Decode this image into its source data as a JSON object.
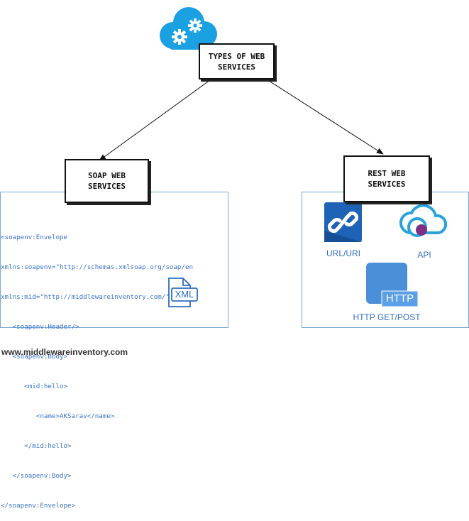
{
  "diagram": {
    "root": {
      "label": "TYPES OF WEB\nSERVICES",
      "icon": "cloud-gears-icon"
    },
    "soap": {
      "label": "SOAP WEB\nSERVICES",
      "code_lines": [
        "<soapenv:Envelope",
        "xmlns:soapenv=\"http://schemas.xmlsoap.org/soap/en",
        "xmlns:mid=\"http://middlewareinventory.com/\">",
        "   <soapenv:Header/>",
        "   <soapenv:Body>",
        "      <mid:hello>",
        "         <name>AKSarav</name>",
        "      </mid:hello>",
        "   </soapenv:Body>",
        "</soapenv:Envelope>"
      ],
      "xml_icon_text": "XML"
    },
    "rest": {
      "label": "REST WEB\nSERVICES",
      "items": [
        {
          "label": "URL/URI",
          "icon": "link-icon"
        },
        {
          "label": "API",
          "icon": "cloud-api-icon"
        },
        {
          "label": "HTTP GET/POST",
          "icon": "http-icon",
          "badge": "HTTP"
        }
      ]
    },
    "colors": {
      "accent": "#2f6ec2",
      "cloud": "#1ba1e2",
      "panel_border": "#7aa7d6"
    }
  },
  "footer": {
    "text": "www.middlewareinventory.com"
  }
}
